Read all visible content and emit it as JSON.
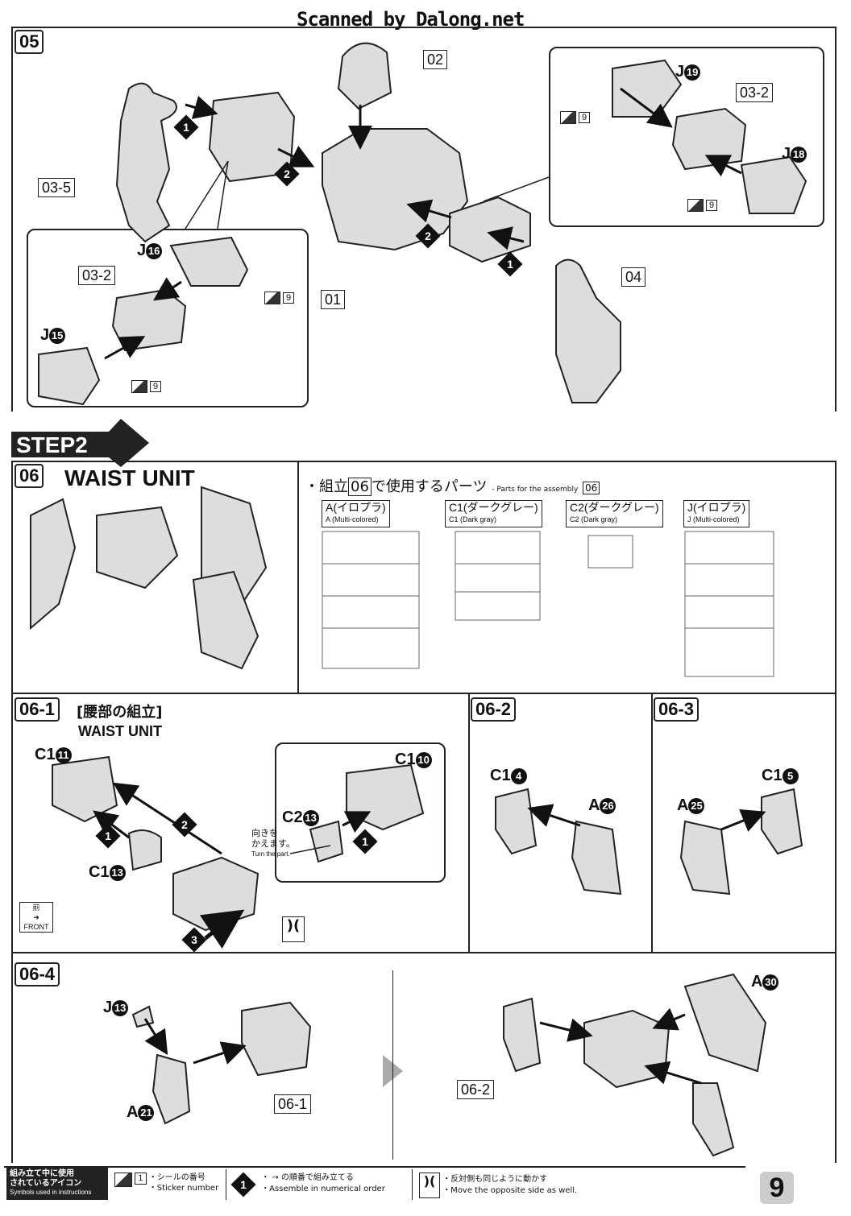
{
  "header": {
    "scan_credit": "Scanned by Dalong.net"
  },
  "step05": {
    "num": "05",
    "parts": {
      "p02": "02",
      "p01": "01",
      "p03_5": "03-5",
      "p04": "04",
      "p03_2a": "03-2",
      "p03_2b": "03-2"
    },
    "labels": {
      "j16": "J",
      "j15": "J",
      "j19": "J",
      "j18": "J"
    },
    "circ": {
      "j16": "16",
      "j15": "15",
      "j19": "19",
      "j18": "18"
    },
    "sticker": "9"
  },
  "step2": {
    "banner": "STEP2"
  },
  "step06": {
    "num": "06",
    "title": "WAIST UNIT",
    "parts_heading_jp": "・組立",
    "parts_heading_num": "06",
    "parts_heading_jp2": "で使用するパーツ",
    "parts_heading_en": "- Parts for the assembly",
    "runners": [
      {
        "jp": "A(イロプラ)",
        "en": "A (Multi-colored)"
      },
      {
        "jp": "C1(ダークグレー)",
        "en": "C1 (Dark gray)"
      },
      {
        "jp": "C2(ダークグレー)",
        "en": "C2 (Dark gray)"
      },
      {
        "jp": "J(イロプラ)",
        "en": "J (Multi-colored)"
      }
    ]
  },
  "step06_1": {
    "num": "06-1",
    "title_jp": "[腰部の組立]",
    "title_en": "WAIST UNIT",
    "c1a": "C1",
    "c1a_n": "11",
    "c1b": "C1",
    "c1b_n": "13",
    "c1c": "C1",
    "c1c_n": "10",
    "c2": "C2",
    "c2_n": "13",
    "turn_jp": "向きを\nかえます。",
    "turn_en": "Turn the part.",
    "front_jp": "前",
    "front_en": "FRONT"
  },
  "step06_2": {
    "num": "06-2",
    "c1": "C1",
    "c1_n": "4",
    "a": "A",
    "a_n": "26"
  },
  "step06_3": {
    "num": "06-3",
    "c1": "C1",
    "c1_n": "5",
    "a": "A",
    "a_n": "25"
  },
  "step06_4": {
    "num": "06-4",
    "j": "J",
    "j_n": "13",
    "a21": "A",
    "a21_n": "21",
    "ref06_1": "06-1",
    "ref06_2": "06-2",
    "a30": "A",
    "a30_n": "30"
  },
  "footer": {
    "legend_jp": "組み立て中に使用\nされているアイコン",
    "legend_en": "Symbols used in instructions",
    "sticker_jp": "・シールの番号",
    "sticker_en": "・Sticker number",
    "sticker_num": "1",
    "order_jp": "・ → の順番で組み立てる",
    "order_en": "・Assemble in numerical order",
    "order_num": "1",
    "mirror_jp": "・反対側も同じように動かす",
    "mirror_en": "・Move the opposite side as well.",
    "page": "9"
  }
}
